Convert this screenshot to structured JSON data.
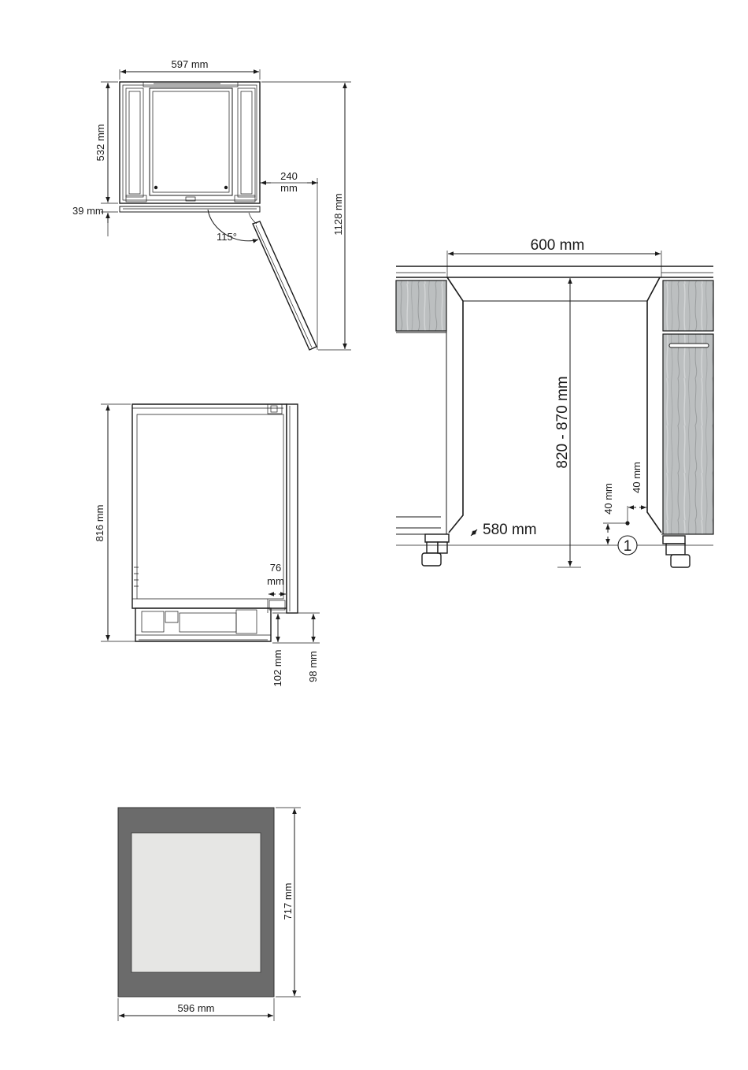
{
  "diagram": {
    "top_view": {
      "width_label": "597 mm",
      "depth_label": "532 mm",
      "door_offset_label": "39 mm",
      "swing_clearance_label_top": "240",
      "swing_clearance_label_bottom": "mm",
      "opening_angle_label": "115°",
      "total_depth_open_label": "1128 mm"
    },
    "side_view": {
      "height_label": "816 mm",
      "door_gap_label_top": "76",
      "door_gap_label_bottom": "mm",
      "plinth_label_1": "102 mm",
      "plinth_label_2": "98 mm"
    },
    "niche_view": {
      "niche_width_label": "600 mm",
      "niche_height_label": "820 - 870 mm",
      "niche_depth_label": "580 mm",
      "vent_offset_vertical_label": "40 mm",
      "vent_offset_horizontal_label": "40 mm",
      "marker_label": "1"
    },
    "front_panel": {
      "height_label": "717 mm",
      "width_label": "596 mm"
    }
  },
  "colors": {
    "line": "#1a1a1a",
    "panel_frame": "#6b6b6b",
    "panel_glass": "#e6e6e4",
    "cabinet_wood": "#b9bcbd"
  }
}
